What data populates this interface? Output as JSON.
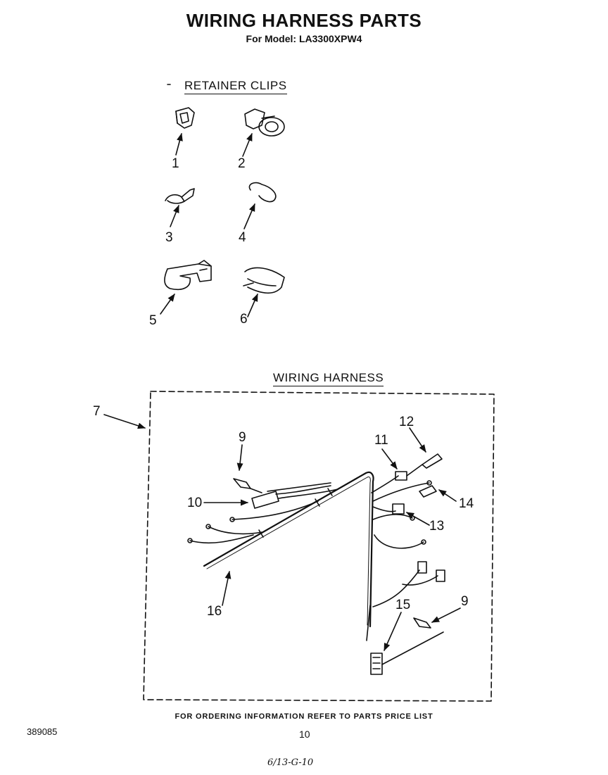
{
  "header": {
    "title": "WIRING HARNESS PARTS",
    "model": "For Model: LA3300XPW4"
  },
  "sections": {
    "retainer_clips": "RETAINER CLIPS",
    "wiring_harness": "WIRING HARNESS"
  },
  "callouts": {
    "c1": "1",
    "c2": "2",
    "c3": "3",
    "c4": "4",
    "c5": "5",
    "c6": "6",
    "c7": "7",
    "c9a": "9",
    "c9b": "9",
    "c10": "10",
    "c11": "11",
    "c12": "12",
    "c13": "13",
    "c14": "14",
    "c15": "15",
    "c16": "16"
  },
  "footer": {
    "ordering_note": "FOR ORDERING INFORMATION REFER TO PARTS PRICE LIST",
    "doc_number": "389085",
    "page_number": "10",
    "handwritten_date": "6/13-G-10"
  }
}
